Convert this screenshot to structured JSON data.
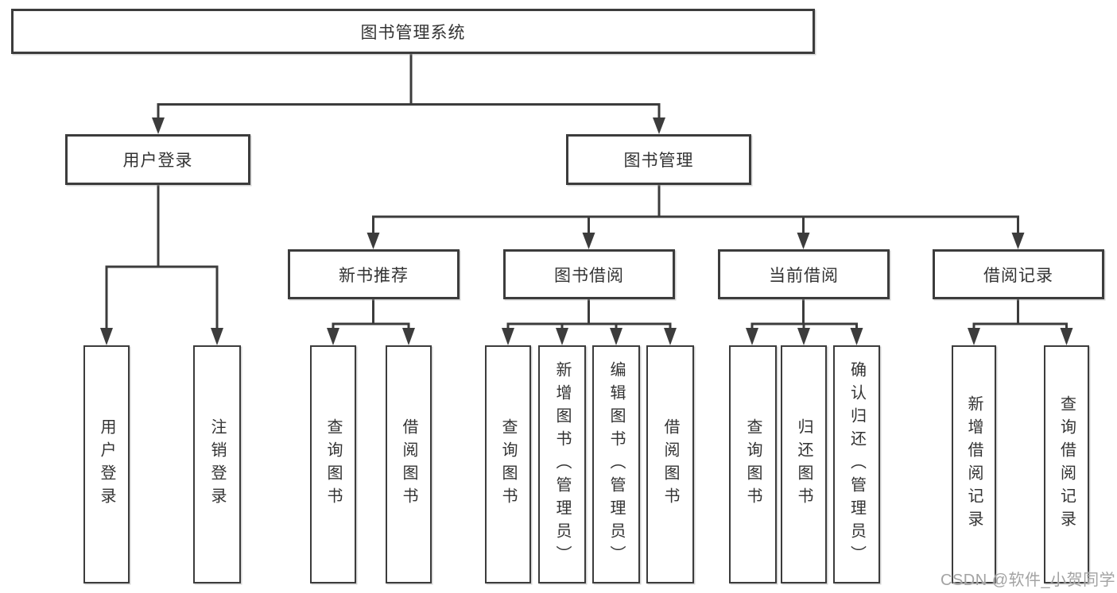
{
  "watermark": "CSDN @软件_小贺同学",
  "colors": {
    "line": "#3c3c3c",
    "text": "#333333",
    "watermark": "#a3a3a3",
    "background": "#ffffff"
  },
  "tree": {
    "label": "图书管理系统",
    "children": [
      {
        "label": "用户登录",
        "children": [
          {
            "label": "用户登录"
          },
          {
            "label": "注销登录"
          }
        ]
      },
      {
        "label": "图书管理",
        "children": [
          {
            "label": "新书推荐",
            "children": [
              {
                "label": "查询图书"
              },
              {
                "label": "借阅图书"
              }
            ]
          },
          {
            "label": "图书借阅",
            "children": [
              {
                "label": "查询图书"
              },
              {
                "label": "新增图书（管理员）"
              },
              {
                "label": "编辑图书（管理员）"
              },
              {
                "label": "借阅图书"
              }
            ]
          },
          {
            "label": "当前借阅",
            "children": [
              {
                "label": "查询图书"
              },
              {
                "label": "归还图书"
              },
              {
                "label": "确认归还（管理员）"
              }
            ]
          },
          {
            "label": "借阅记录",
            "children": [
              {
                "label": "新增借阅记录"
              },
              {
                "label": "查询借阅记录"
              }
            ]
          }
        ]
      }
    ]
  }
}
